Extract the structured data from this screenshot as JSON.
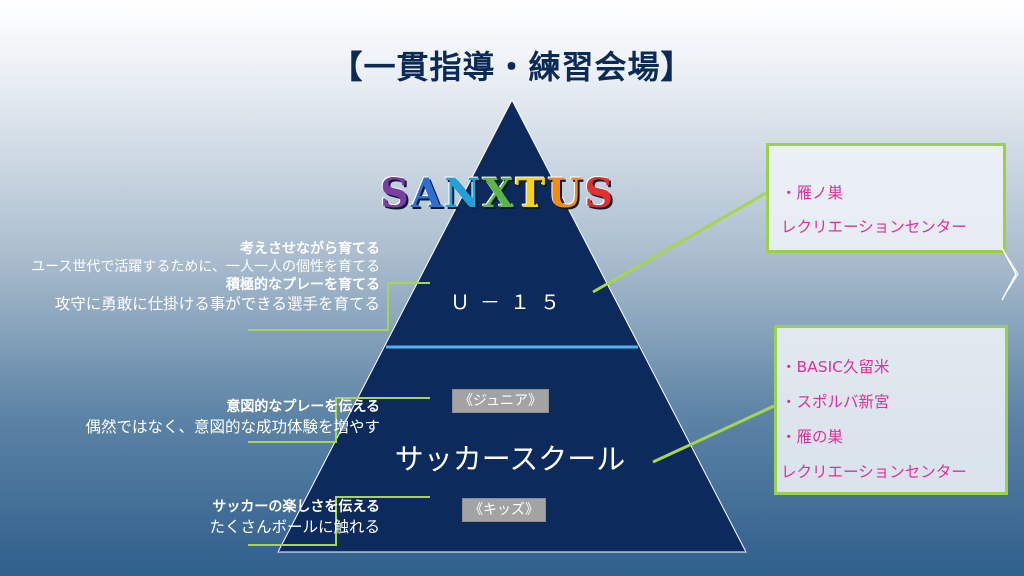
{
  "title": "【一貫指導・練習会場】",
  "logo": {
    "letters": [
      {
        "ch": "S",
        "color": "#7b3fa2"
      },
      {
        "ch": "A",
        "color": "#2f6fd2"
      },
      {
        "ch": "N",
        "color": "#23a0d8"
      },
      {
        "ch": "X",
        "color": "#5db546"
      },
      {
        "ch": "T",
        "color": "#f5d219"
      },
      {
        "ch": "U",
        "color": "#f28a16"
      },
      {
        "ch": "S",
        "color": "#e23030"
      }
    ]
  },
  "pyramid": {
    "top_tier": "Ｕ－１５",
    "bottom_tier": "サッカースクール",
    "junior_tag": "《ジュニア》",
    "kids_tag": "《キッズ》",
    "fill_color": "#0d2a5c",
    "divider_color": "#4db6f0"
  },
  "left_notes": {
    "u15": {
      "head1": "考えさせながら育てる",
      "body1": "ユース世代で活躍するために、一人一人の個性を育てる",
      "head2": "積極的なプレーを育てる",
      "body2": "攻守に勇敢に仕掛ける事ができる選手を育てる"
    },
    "junior": {
      "head": "意図的なプレーを伝える",
      "body": "偶然ではなく、意図的な成功体験を増やす"
    },
    "kids": {
      "head": "サッカーの楽しさを伝える",
      "body": "たくさんボールに触れる"
    }
  },
  "right_boxes": {
    "u15_venue": {
      "line1": "・雁ノ巣",
      "line2": "レクリエーションセンター"
    },
    "school_venue": {
      "line1": "・BASIC久留米",
      "line2": "・スポルバ新宮",
      "line3": "・雁の巣",
      "line4": "レクリエーションセンター"
    }
  },
  "colors": {
    "accent_line": "#a5d64d",
    "venue_text": "#e0309a",
    "title_text": "#0b2a55"
  }
}
